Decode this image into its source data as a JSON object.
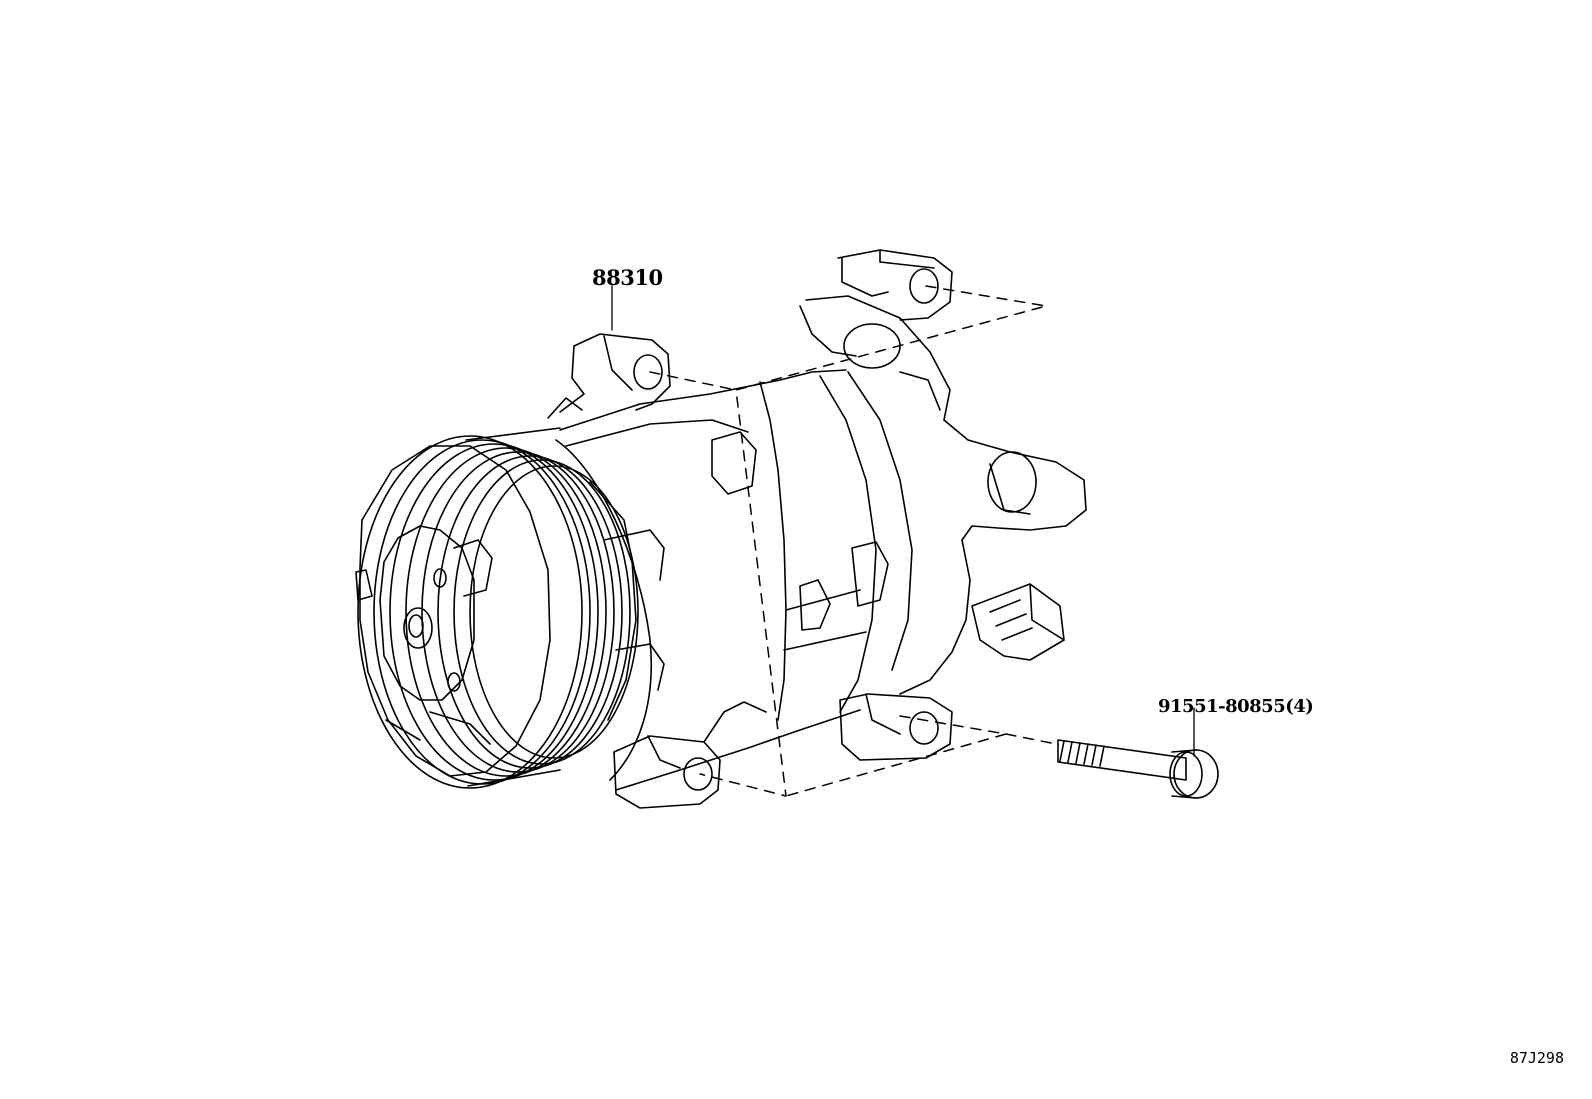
{
  "diagram": {
    "parts": [
      {
        "part_number": "88310",
        "item": "compressor-assembly"
      },
      {
        "part_number": "91551-80855(4)",
        "item": "bolt"
      }
    ],
    "figure_code": "87J298"
  }
}
